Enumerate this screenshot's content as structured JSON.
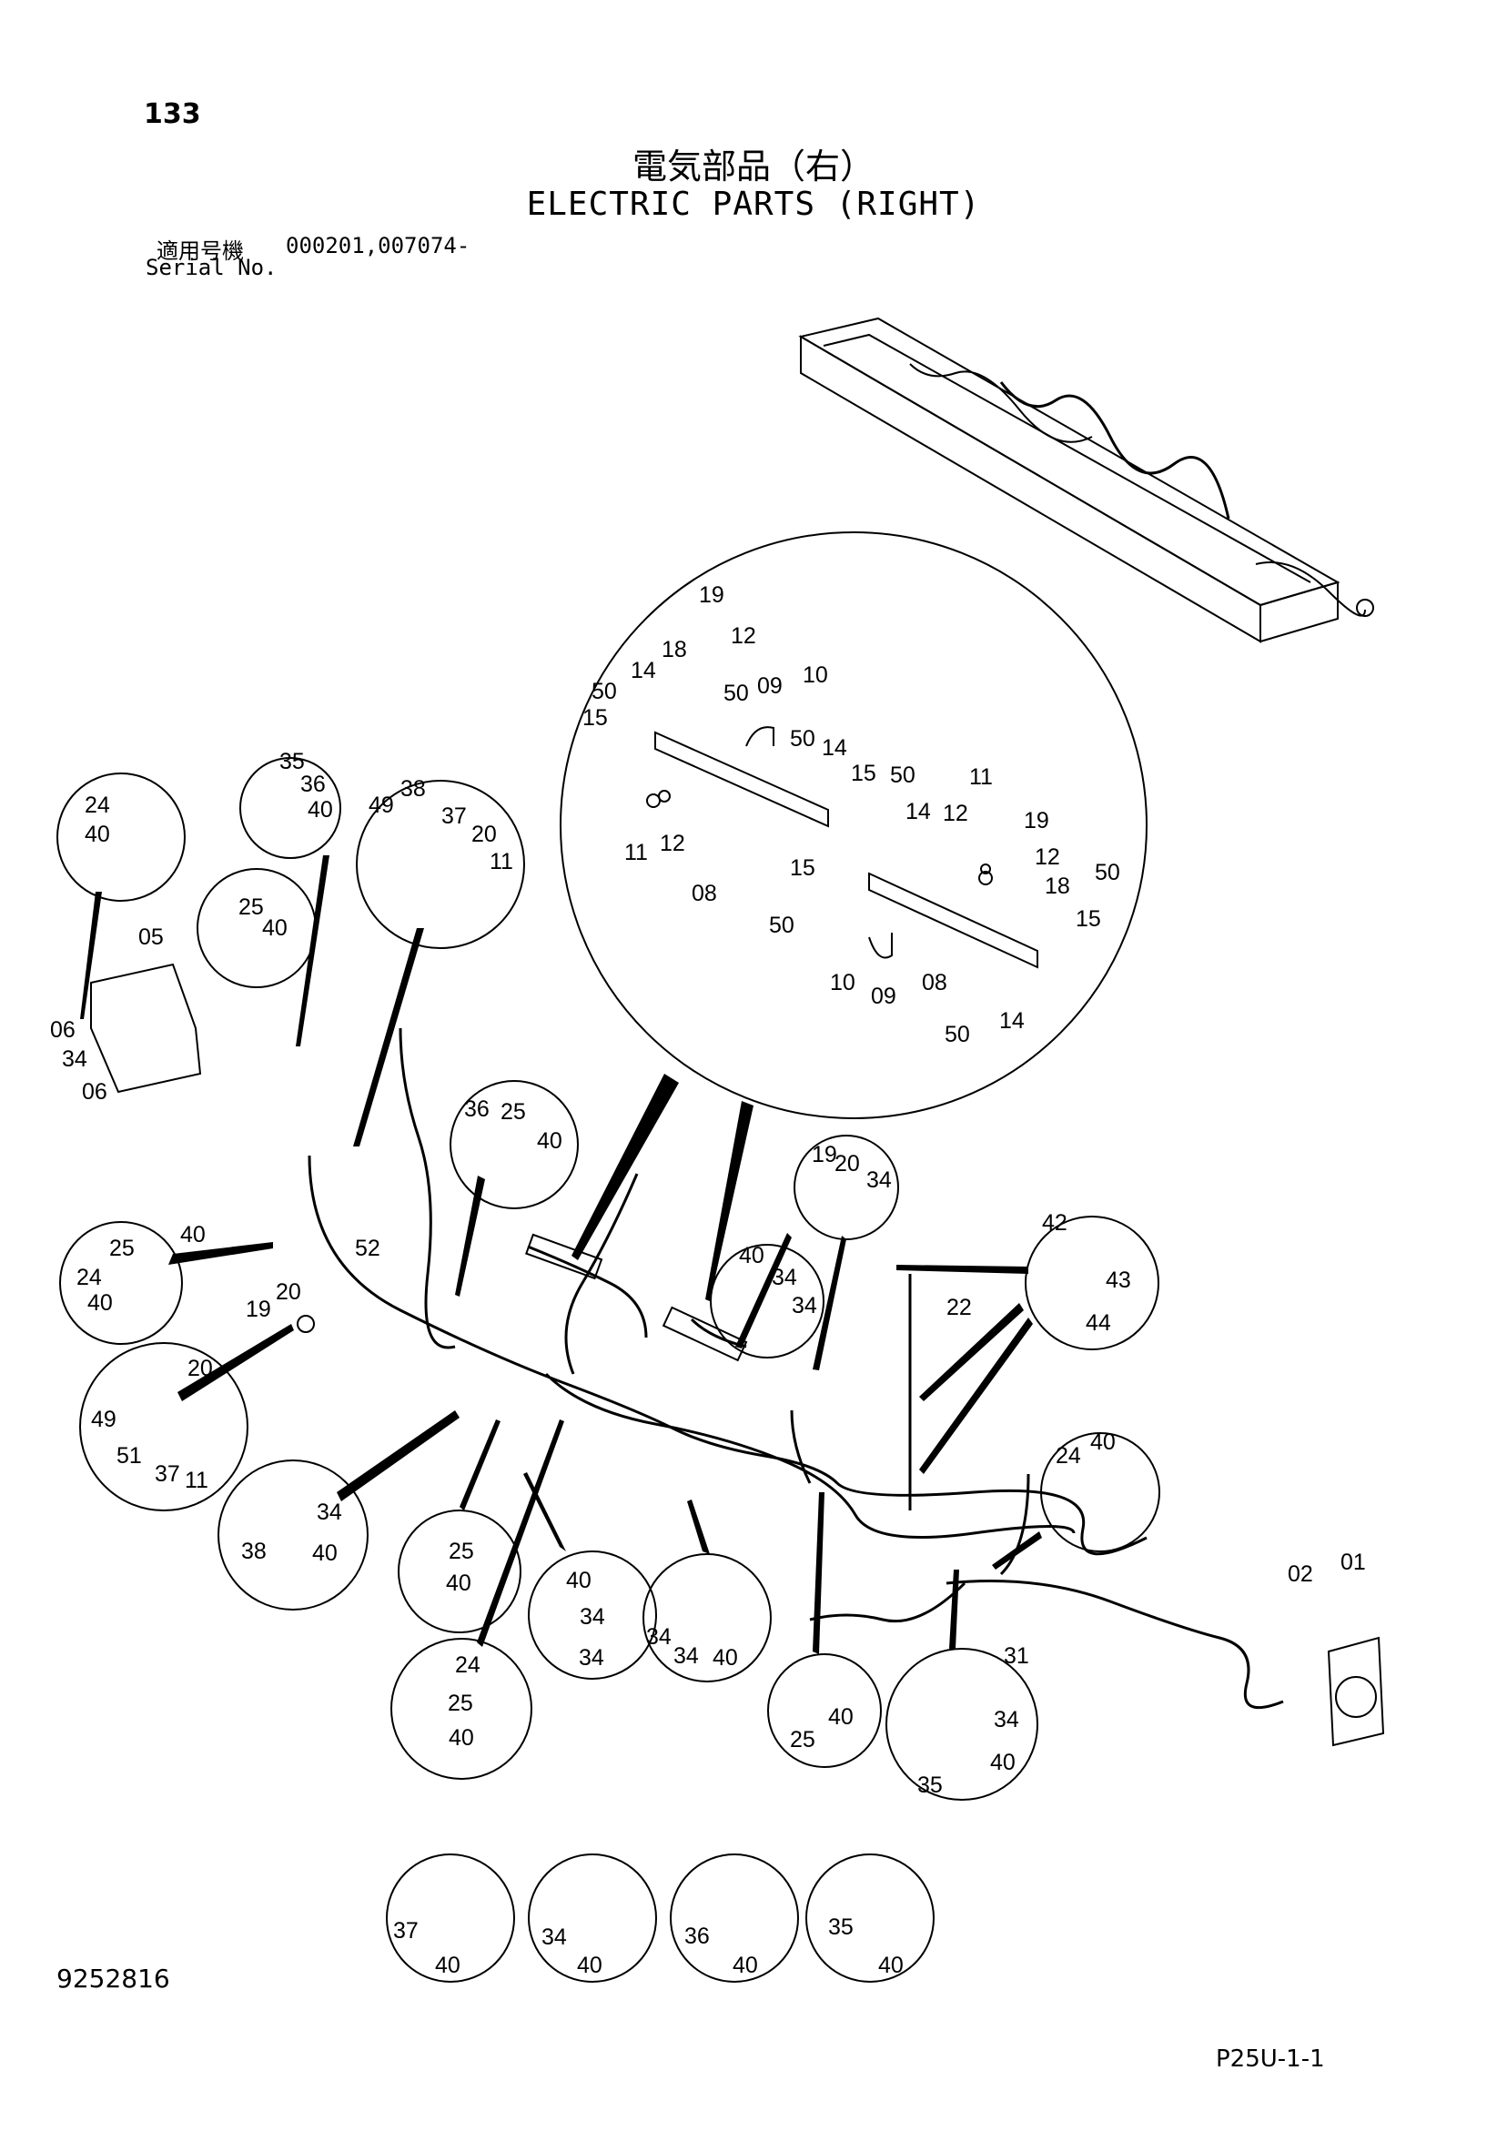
{
  "page_number": "133",
  "title_jp": "電気部品（右）",
  "title_en": "ELECTRIC PARTS (RIGHT)",
  "serial_label_jp": "適用号機",
  "serial_label_en": "Serial No.",
  "serial_value": "000201,007074-",
  "doc_id": "9252816",
  "page_code": "P25U-1-1",
  "callouts": [
    {
      "id": "c1",
      "label": "19"
    },
    {
      "id": "c2",
      "label": "12"
    },
    {
      "id": "c3",
      "label": "18"
    },
    {
      "id": "c4",
      "label": "14"
    },
    {
      "id": "c5",
      "label": "50"
    },
    {
      "id": "c6",
      "label": "15"
    },
    {
      "id": "c7",
      "label": "09"
    },
    {
      "id": "c8",
      "label": "10"
    },
    {
      "id": "c9",
      "label": "50"
    },
    {
      "id": "c10",
      "label": "50"
    },
    {
      "id": "c11",
      "label": "14"
    },
    {
      "id": "c12",
      "label": "15"
    },
    {
      "id": "c13",
      "label": "50"
    },
    {
      "id": "c14",
      "label": "11"
    },
    {
      "id": "c15",
      "label": "12"
    },
    {
      "id": "c16",
      "label": "08"
    },
    {
      "id": "c17",
      "label": "14"
    },
    {
      "id": "c18",
      "label": "12"
    },
    {
      "id": "c19",
      "label": "19"
    },
    {
      "id": "c20",
      "label": "11"
    },
    {
      "id": "c21",
      "label": "12"
    },
    {
      "id": "c22",
      "label": "50"
    },
    {
      "id": "c23",
      "label": "18"
    },
    {
      "id": "c24",
      "label": "15"
    },
    {
      "id": "c25",
      "label": "15"
    },
    {
      "id": "c26",
      "label": "50"
    },
    {
      "id": "c27",
      "label": "10"
    },
    {
      "id": "c28",
      "label": "09"
    },
    {
      "id": "c29",
      "label": "08"
    },
    {
      "id": "c30",
      "label": "50"
    },
    {
      "id": "c31",
      "label": "14"
    },
    {
      "id": "c32",
      "label": "24"
    },
    {
      "id": "c33",
      "label": "40"
    },
    {
      "id": "c34",
      "label": "35"
    },
    {
      "id": "c35",
      "label": "36"
    },
    {
      "id": "c36",
      "label": "40"
    },
    {
      "id": "c37",
      "label": "49"
    },
    {
      "id": "c38",
      "label": "38"
    },
    {
      "id": "c39",
      "label": "37"
    },
    {
      "id": "c40",
      "label": "20"
    },
    {
      "id": "c41",
      "label": "11"
    },
    {
      "id": "c42",
      "label": "25"
    },
    {
      "id": "c43",
      "label": "40"
    },
    {
      "id": "c44",
      "label": "05"
    },
    {
      "id": "c45",
      "label": "06"
    },
    {
      "id": "c46",
      "label": "34"
    },
    {
      "id": "c47",
      "label": "06"
    },
    {
      "id": "c48",
      "label": "36"
    },
    {
      "id": "c49",
      "label": "25"
    },
    {
      "id": "c50",
      "label": "40"
    },
    {
      "id": "c51",
      "label": "19"
    },
    {
      "id": "c52",
      "label": "20"
    },
    {
      "id": "c53",
      "label": "34"
    },
    {
      "id": "c54",
      "label": "40"
    },
    {
      "id": "c55",
      "label": "52"
    },
    {
      "id": "c56",
      "label": "25"
    },
    {
      "id": "c57",
      "label": "24"
    },
    {
      "id": "c58",
      "label": "40"
    },
    {
      "id": "c59",
      "label": "19"
    },
    {
      "id": "c60",
      "label": "20"
    },
    {
      "id": "c61",
      "label": "40"
    },
    {
      "id": "c62",
      "label": "34"
    },
    {
      "id": "c63",
      "label": "34"
    },
    {
      "id": "c64",
      "label": "42"
    },
    {
      "id": "c65",
      "label": "43"
    },
    {
      "id": "c66",
      "label": "44"
    },
    {
      "id": "c67",
      "label": "22"
    },
    {
      "id": "c68",
      "label": "20"
    },
    {
      "id": "c69",
      "label": "49"
    },
    {
      "id": "c70",
      "label": "51"
    },
    {
      "id": "c71",
      "label": "37"
    },
    {
      "id": "c72",
      "label": "11"
    },
    {
      "id": "c73",
      "label": "34"
    },
    {
      "id": "c74",
      "label": "38"
    },
    {
      "id": "c75",
      "label": "40"
    },
    {
      "id": "c76",
      "label": "24"
    },
    {
      "id": "c77",
      "label": "40"
    },
    {
      "id": "c78",
      "label": "25"
    },
    {
      "id": "c79",
      "label": "40"
    },
    {
      "id": "c80",
      "label": "40"
    },
    {
      "id": "c81",
      "label": "34"
    },
    {
      "id": "c82",
      "label": "34"
    },
    {
      "id": "c83",
      "label": "34"
    },
    {
      "id": "c84",
      "label": "34"
    },
    {
      "id": "c85",
      "label": "40"
    },
    {
      "id": "c86",
      "label": "02"
    },
    {
      "id": "c87",
      "label": "01"
    },
    {
      "id": "c88",
      "label": "31"
    },
    {
      "id": "c89",
      "label": "24"
    },
    {
      "id": "c90",
      "label": "25"
    },
    {
      "id": "c91",
      "label": "40"
    },
    {
      "id": "c92",
      "label": "40"
    },
    {
      "id": "c93",
      "label": "25"
    },
    {
      "id": "c94",
      "label": "34"
    },
    {
      "id": "c95",
      "label": "35"
    },
    {
      "id": "c96",
      "label": "40"
    },
    {
      "id": "c97",
      "label": "37"
    },
    {
      "id": "c98",
      "label": "40"
    },
    {
      "id": "c99",
      "label": "34"
    },
    {
      "id": "c100",
      "label": "40"
    },
    {
      "id": "c101",
      "label": "36"
    },
    {
      "id": "c102",
      "label": "40"
    },
    {
      "id": "c103",
      "label": "35"
    },
    {
      "id": "c104",
      "label": "40"
    }
  ]
}
